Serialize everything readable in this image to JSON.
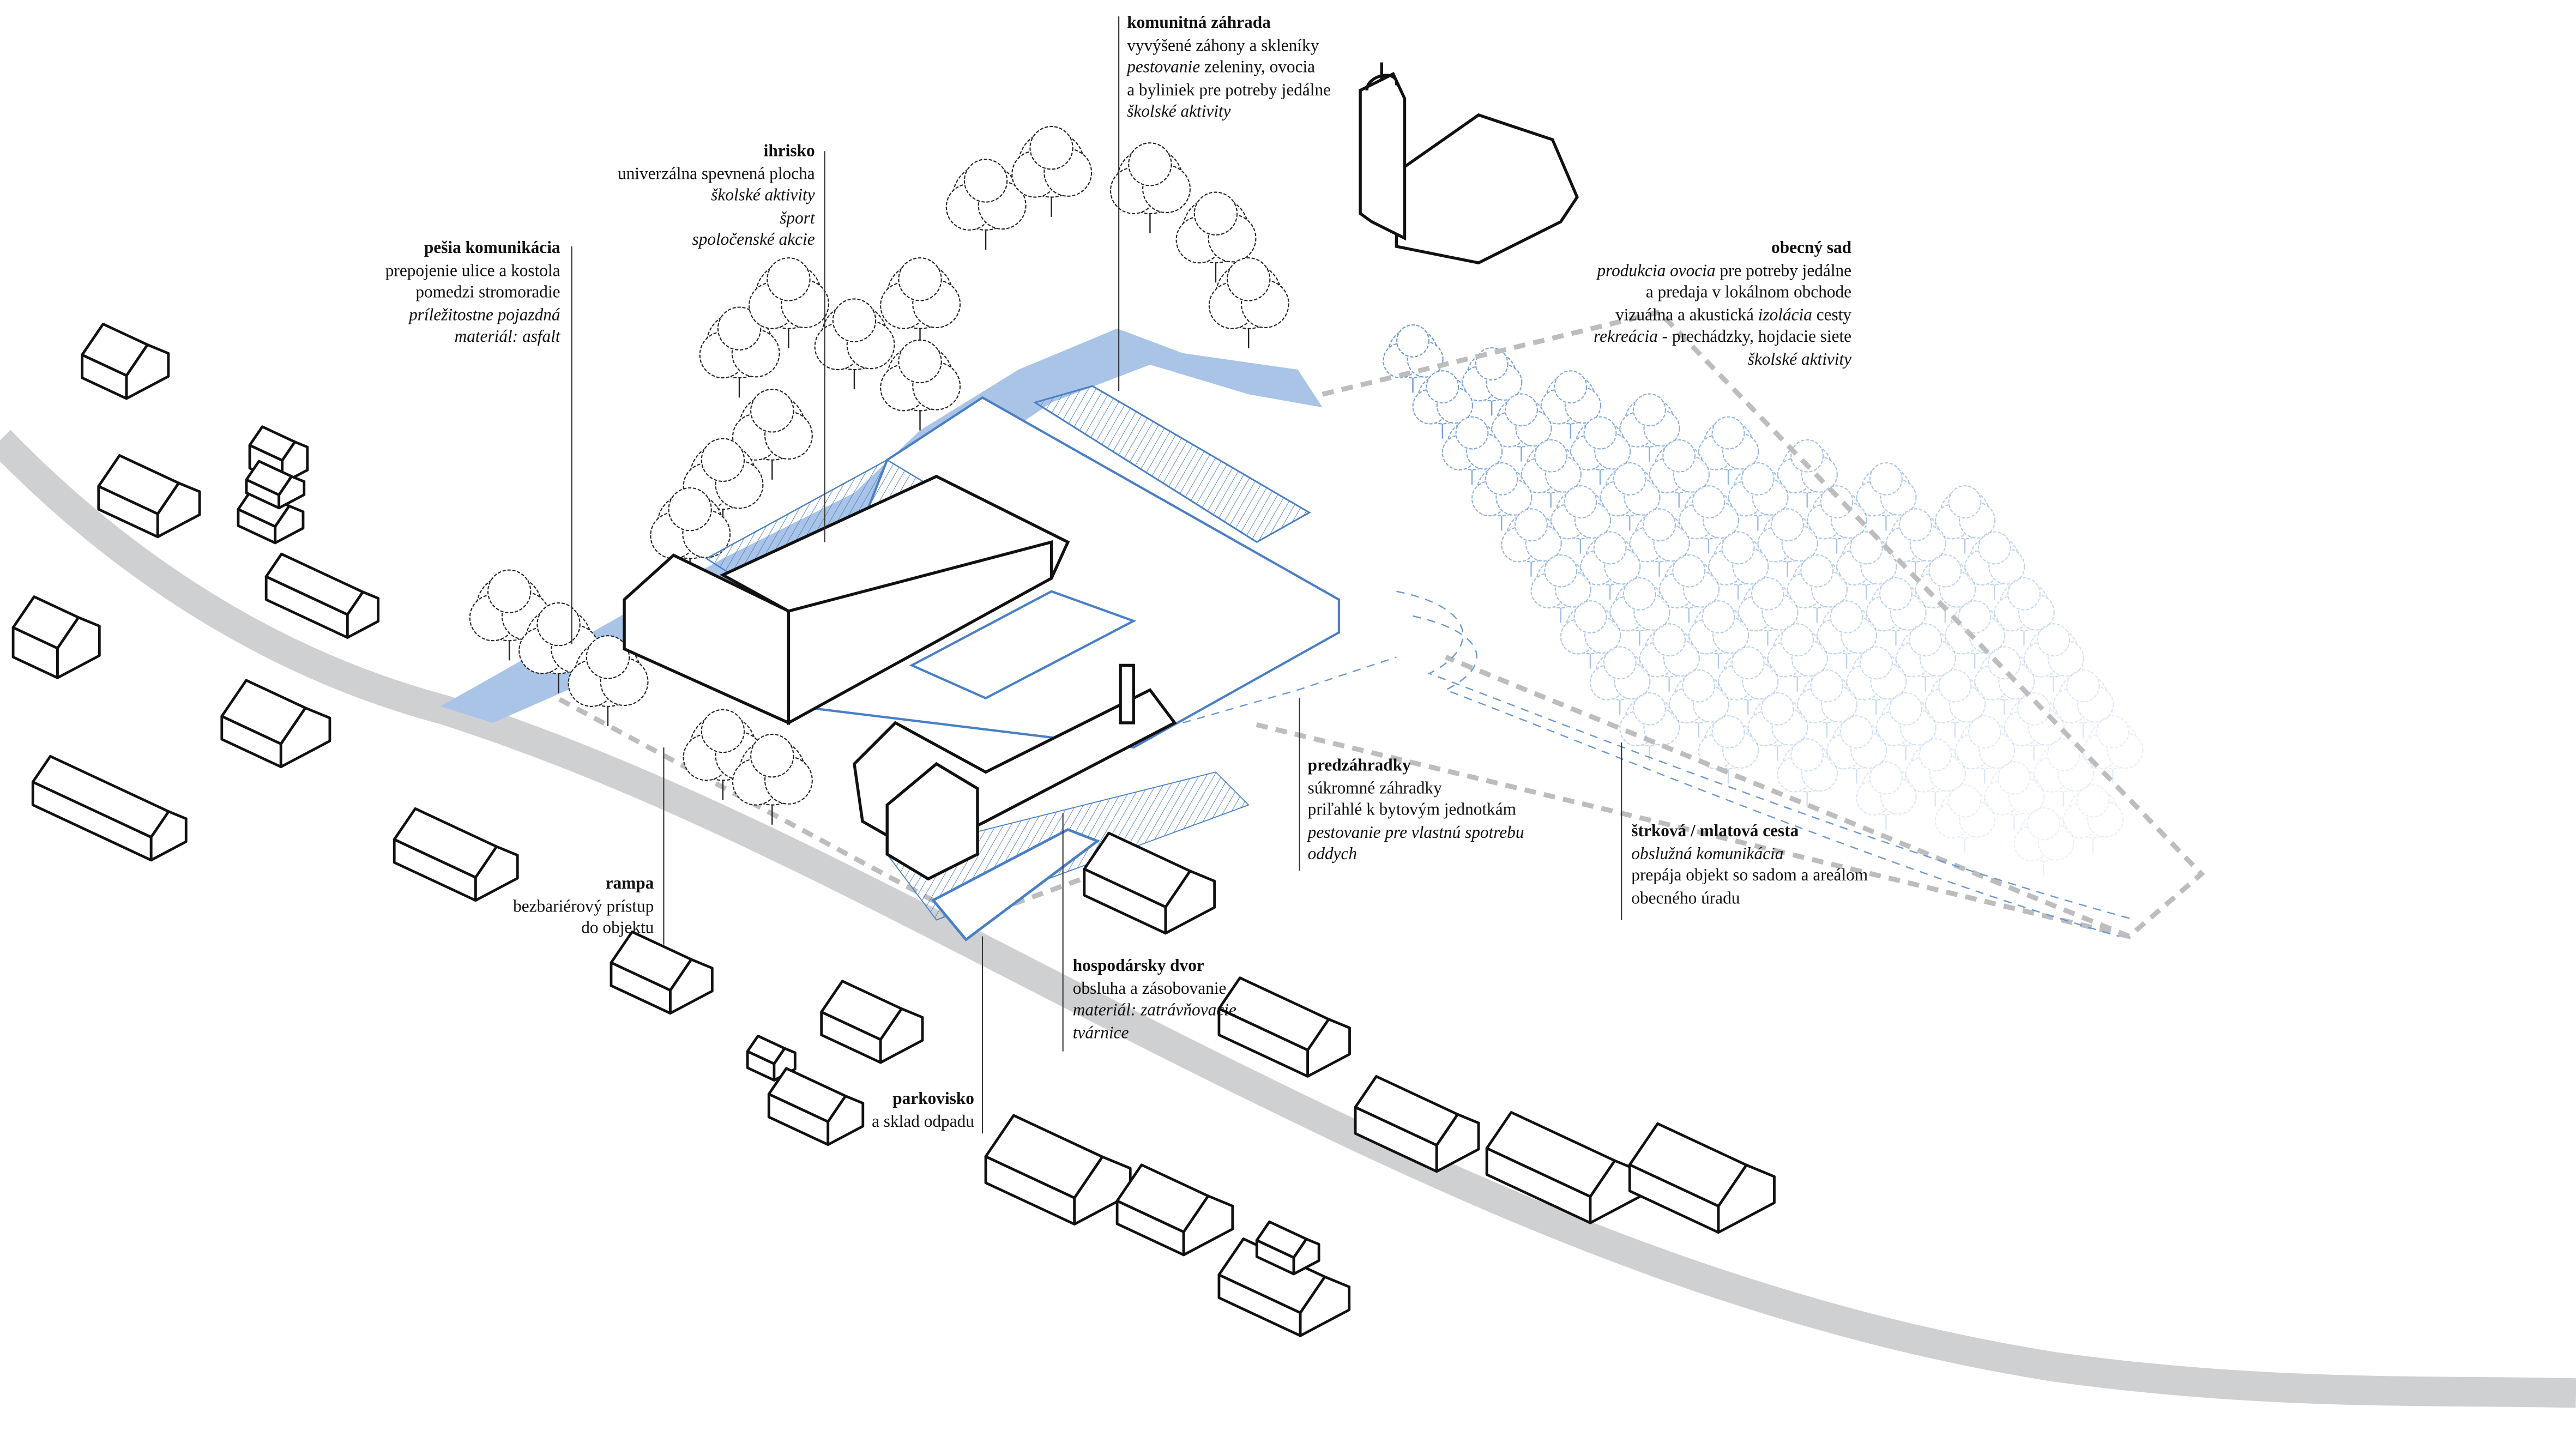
{
  "colors": {
    "accent_blue": "#4a7fc6",
    "light_blue": "#a9c4e6",
    "road_gray": "#cfd0d2",
    "boundary_gray": "#bdbdbd",
    "ink": "#111111"
  },
  "labels": {
    "komunitna_zahrada": {
      "title": "komunitná záhrada",
      "lines": [
        [
          {
            "t": "vyvýšené záhony a skleníky"
          }
        ],
        [
          {
            "t": "pestovanie",
            "i": true
          },
          {
            "t": " zeleniny, ovocia"
          }
        ],
        [
          {
            "t": "a byliniek pre potreby jedálne"
          }
        ],
        [
          {
            "t": "školské aktivity",
            "i": true
          }
        ]
      ]
    },
    "ihrisko": {
      "title": "ihrisko",
      "lines": [
        [
          {
            "t": "univerzálna spevnená plocha"
          }
        ],
        [
          {
            "t": "školské aktivity",
            "i": true
          }
        ],
        [
          {
            "t": "šport",
            "i": true
          }
        ],
        [
          {
            "t": "spoločenské akcie",
            "i": true
          }
        ]
      ]
    },
    "pesia_komunikacia": {
      "title": "pešia komunikácia",
      "lines": [
        [
          {
            "t": "prepojenie ulice a kostola"
          }
        ],
        [
          {
            "t": "pomedzi stromoradie"
          }
        ],
        [
          {
            "t": "príležitostne pojazdná",
            "i": true
          }
        ],
        [
          {
            "t": "materiál: asfalt",
            "i": true
          }
        ]
      ]
    },
    "obecny_sad": {
      "title": "obecný sad",
      "lines": [
        [
          {
            "t": "produkcia ovocia",
            "i": true
          },
          {
            "t": " pre potreby jedálne"
          }
        ],
        [
          {
            "t": "a predaja v lokálnom obchode"
          }
        ],
        [
          {
            "t": "vizuálna a akustická "
          },
          {
            "t": "izolácia",
            "i": true
          },
          {
            "t": " cesty"
          }
        ],
        [
          {
            "t": "rekreácia",
            "i": true
          },
          {
            "t": " - prechádzky, hojdacie siete"
          }
        ],
        [
          {
            "t": "školské aktivity",
            "i": true
          }
        ]
      ]
    },
    "predzahradky": {
      "title": "predzáhradky",
      "lines": [
        [
          {
            "t": "súkromné záhradky"
          }
        ],
        [
          {
            "t": "priľahlé k bytovým jednotkám"
          }
        ],
        [
          {
            "t": "pestovanie pre vlastnú spotrebu",
            "i": true
          }
        ],
        [
          {
            "t": "oddych",
            "i": true
          }
        ]
      ]
    },
    "strkova_cesta": {
      "title": "štrková / mlatová cesta",
      "lines": [
        [
          {
            "t": "obslužná komunikácia",
            "i": true
          }
        ],
        [
          {
            "t": "prepája objekt so sadom a areálom"
          }
        ],
        [
          {
            "t": "obecného úradu"
          }
        ]
      ]
    },
    "hospodarsky_dvor": {
      "title": "hospodársky dvor",
      "lines": [
        [
          {
            "t": "obsluha a zásobovanie"
          }
        ],
        [
          {
            "t": "materiál: zatrávňovacie",
            "i": true
          }
        ],
        [
          {
            "t": "tvárnice",
            "i": true
          }
        ]
      ]
    },
    "rampa": {
      "title": "rampa",
      "lines": [
        [
          {
            "t": "bezbariérový prístup"
          }
        ],
        [
          {
            "t": "do objektu"
          }
        ]
      ]
    },
    "parkovisko": {
      "title": "parkovisko",
      "lines": [
        [
          {
            "t": "a sklad odpadu"
          }
        ]
      ]
    }
  }
}
